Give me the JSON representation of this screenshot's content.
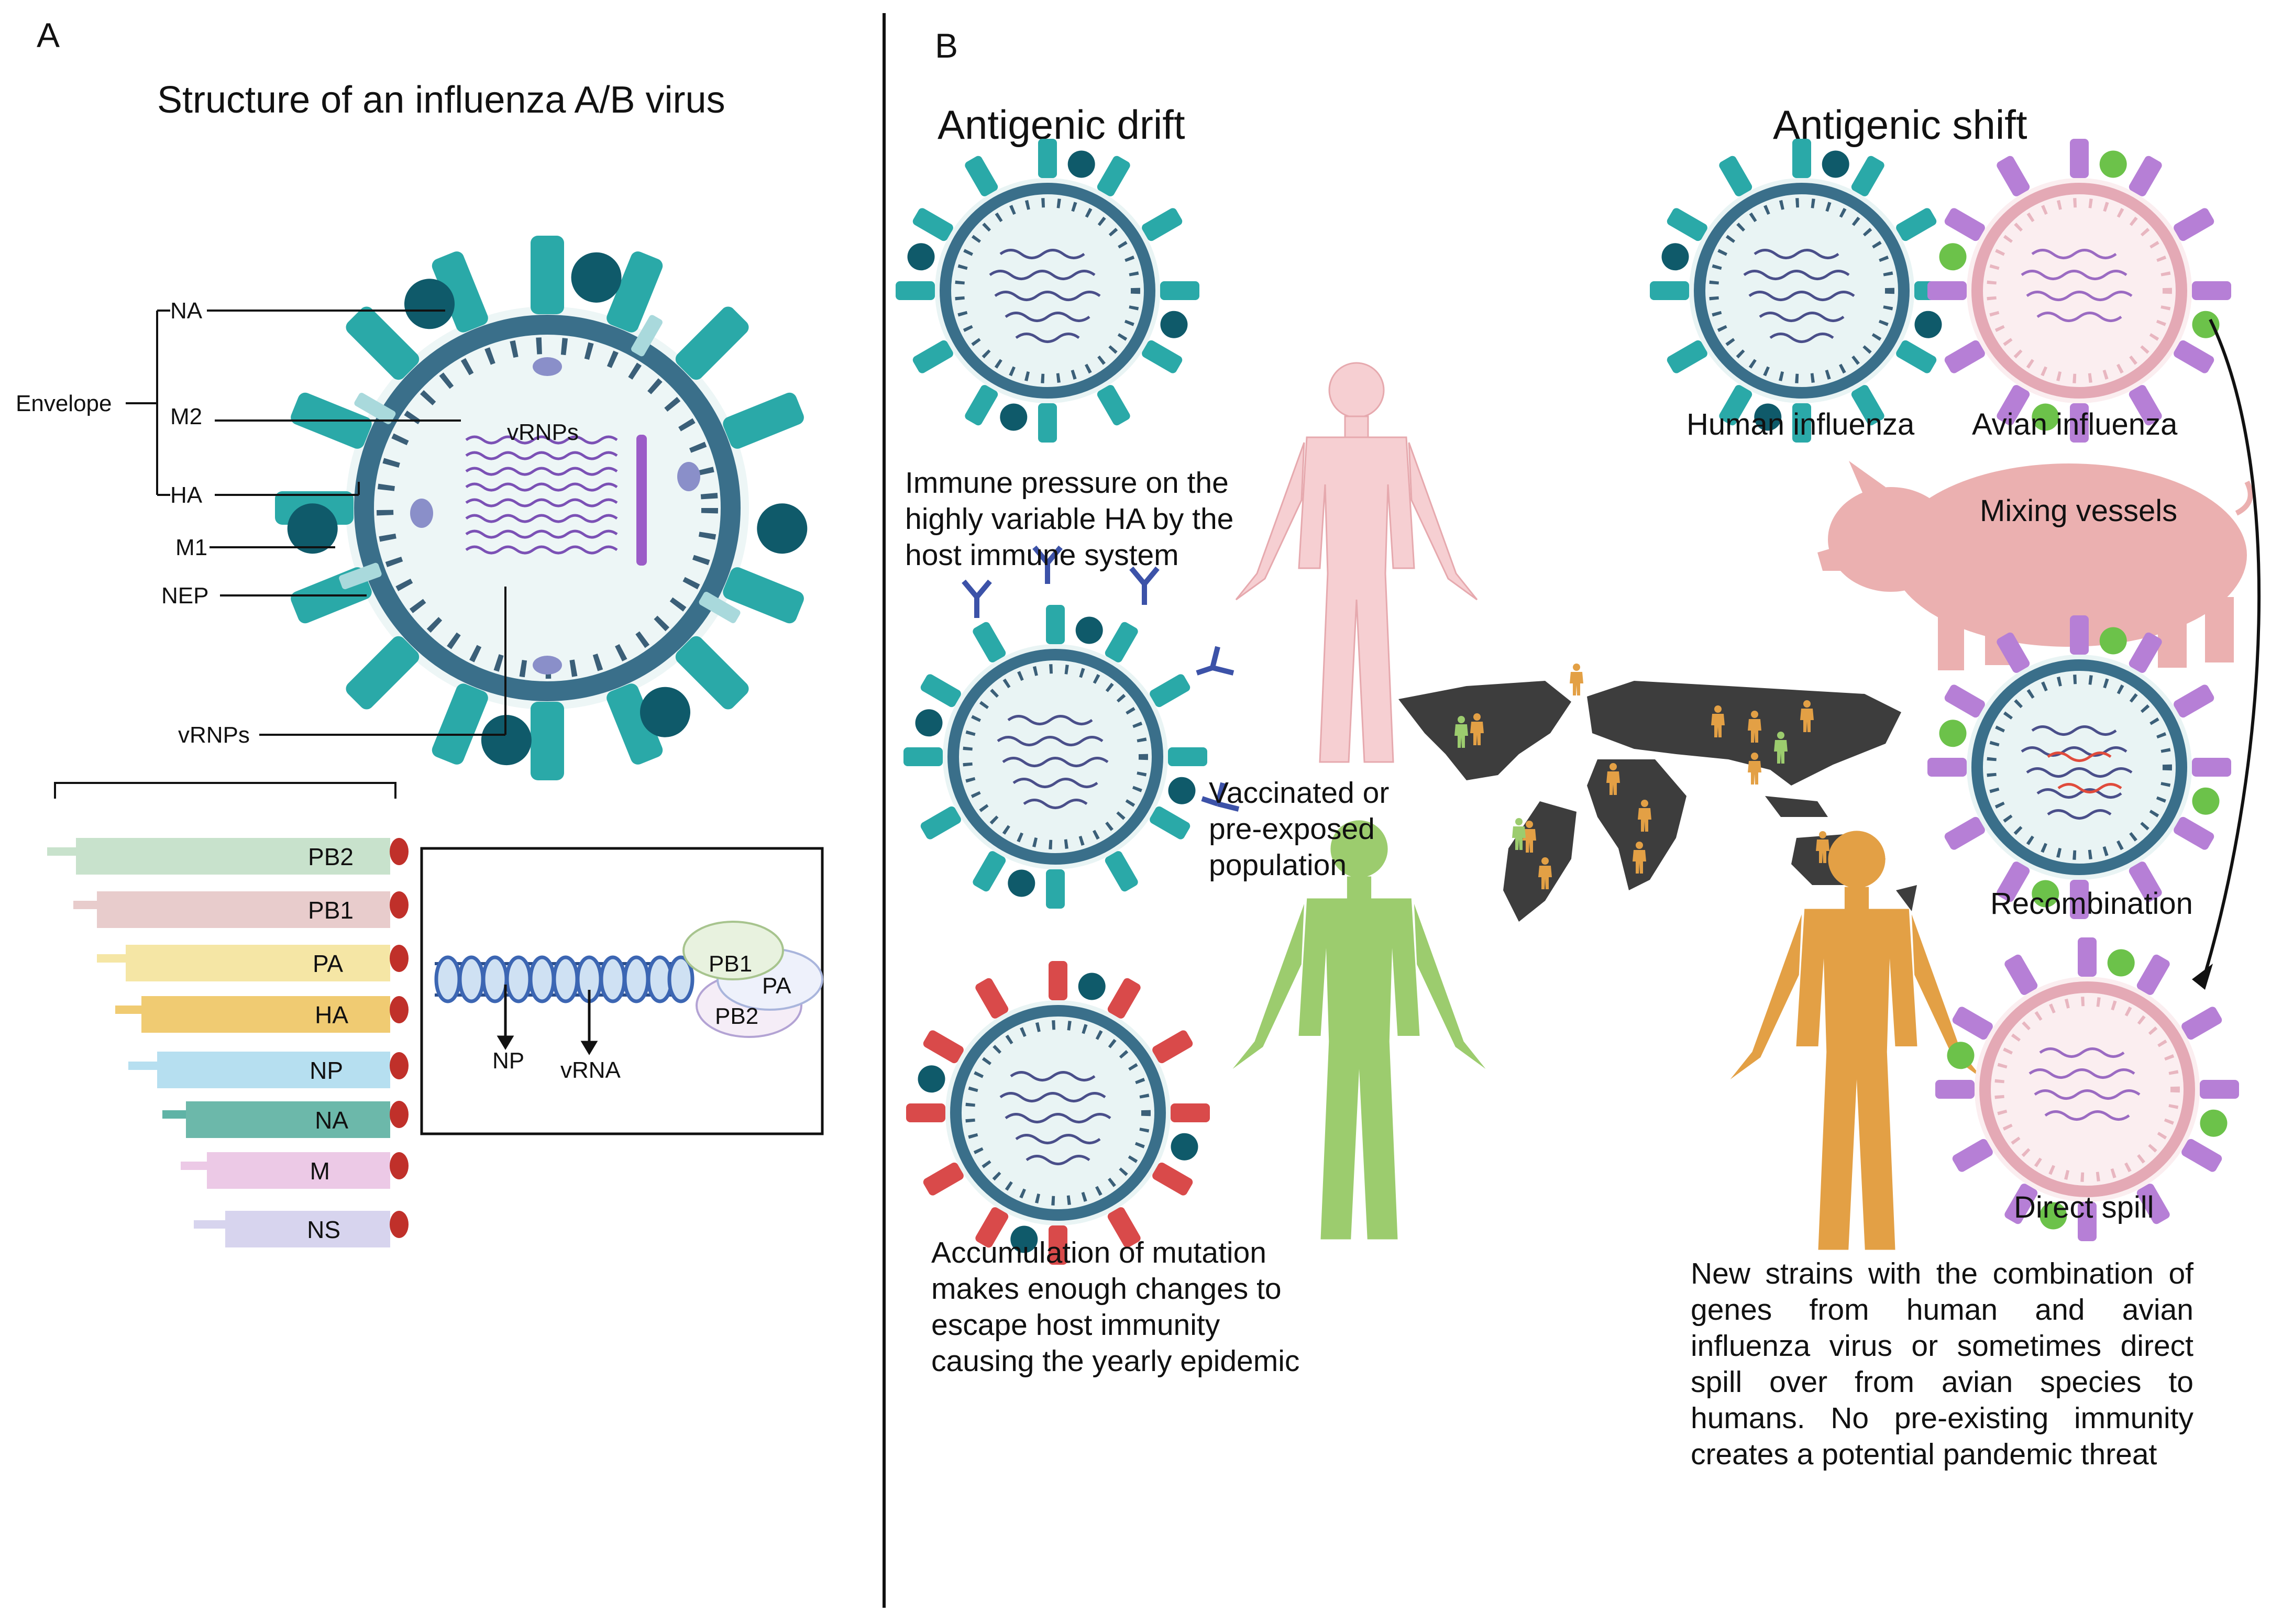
{
  "panel_a": {
    "letter": "A",
    "title": "Structure of an influenza A/B virus",
    "envelope_label": "Envelope",
    "labels": {
      "na": "NA",
      "m2": "M2",
      "ha": "HA",
      "m1": "M1",
      "nep": "NEP",
      "vrnps_inner": "vRNPs",
      "vrnps_pointer": "vRNPs"
    },
    "segments": [
      "PB2",
      "PB1",
      "PA",
      "HA",
      "NP",
      "NA",
      "M",
      "NS"
    ],
    "vrnp_box": {
      "pb1": "PB1",
      "pa": "PA",
      "pb2": "PB2",
      "np": "NP",
      "vrna": "vRNA"
    },
    "colors": {
      "ha_teal": "#2aa9a8",
      "na_dark": "#0f5a6a",
      "envelope": "#3a6f8a",
      "m1_dots": "#3b5f78",
      "rna": "#6a4c9c",
      "cap": "#c0302a"
    }
  },
  "panel_b": {
    "letter": "B",
    "drift": {
      "heading": "Antigenic drift",
      "text1": "Immune pressure on the highly variable HA by the host immune system",
      "text2": "Vaccinated or pre-exposed population",
      "text3": "Accumulation of mutation makes enough changes to escape host immunity causing the yearly epidemic"
    },
    "shift": {
      "heading": "Antigenic shift",
      "human_label": "Human influenza",
      "avian_label": "Avian influenza",
      "mixing_label": "Mixing vessels",
      "recomb_label": "Recombination",
      "spill_label": "Direct spill",
      "text": "New strains with the combination of genes from human and avian influenza virus or sometimes direct spill over from avian species to humans. No pre-existing immunity creates a potential pandemic threat"
    },
    "colors": {
      "human_pink": "#f6cfd2",
      "human_green": "#9ccc6e",
      "human_orange": "#e3a045",
      "map_dark": "#3d3d3d",
      "avian_purple": "#b67fd6",
      "avian_green": "#6cc24a",
      "drift_red": "#d94a4a",
      "pig": "#ebb0b0"
    }
  }
}
